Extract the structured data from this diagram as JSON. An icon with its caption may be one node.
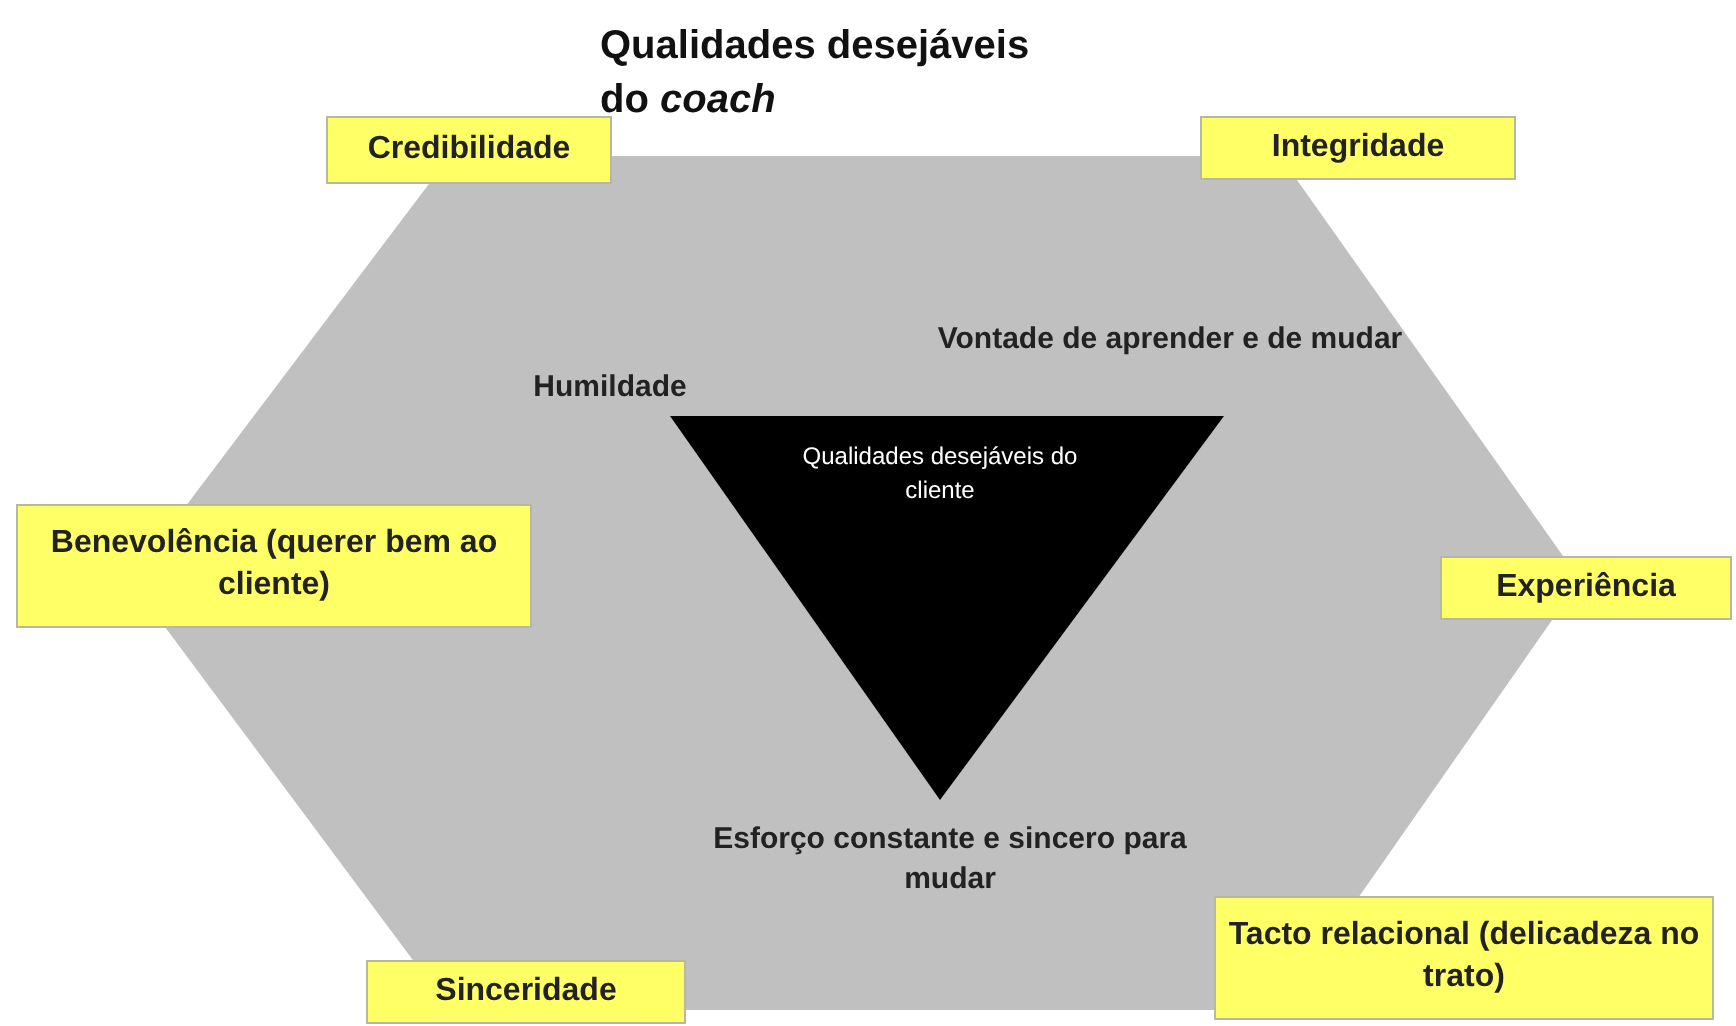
{
  "diagram": {
    "nodes": [
      {
        "text": [
          "Qualidades desejáveis do *coach*"
        ]
      },
      {
        "text": [
          "Qualidades desejáveis do cliente"
        ],
        "in": 0
      },
      {
        "text": [
          "Credibilidade"
        ]
      },
      {
        "text": [
          "Integridade"
        ]
      },
      {
        "text": [
          "Benevolência (querer bem ao cliente)"
        ]
      },
      {
        "text": [
          "Experiência"
        ]
      },
      {
        "text": [
          "Tacto relacional (delicadeza no trato)"
        ]
      },
      {
        "text": [
          "Sinceridade"
        ]
      }
    ],
    "labels": [
      "Humildade",
      "Vontade de aprender e de mudar",
      "Esforço constante e sincero para mudar"
    ]
  }
}
